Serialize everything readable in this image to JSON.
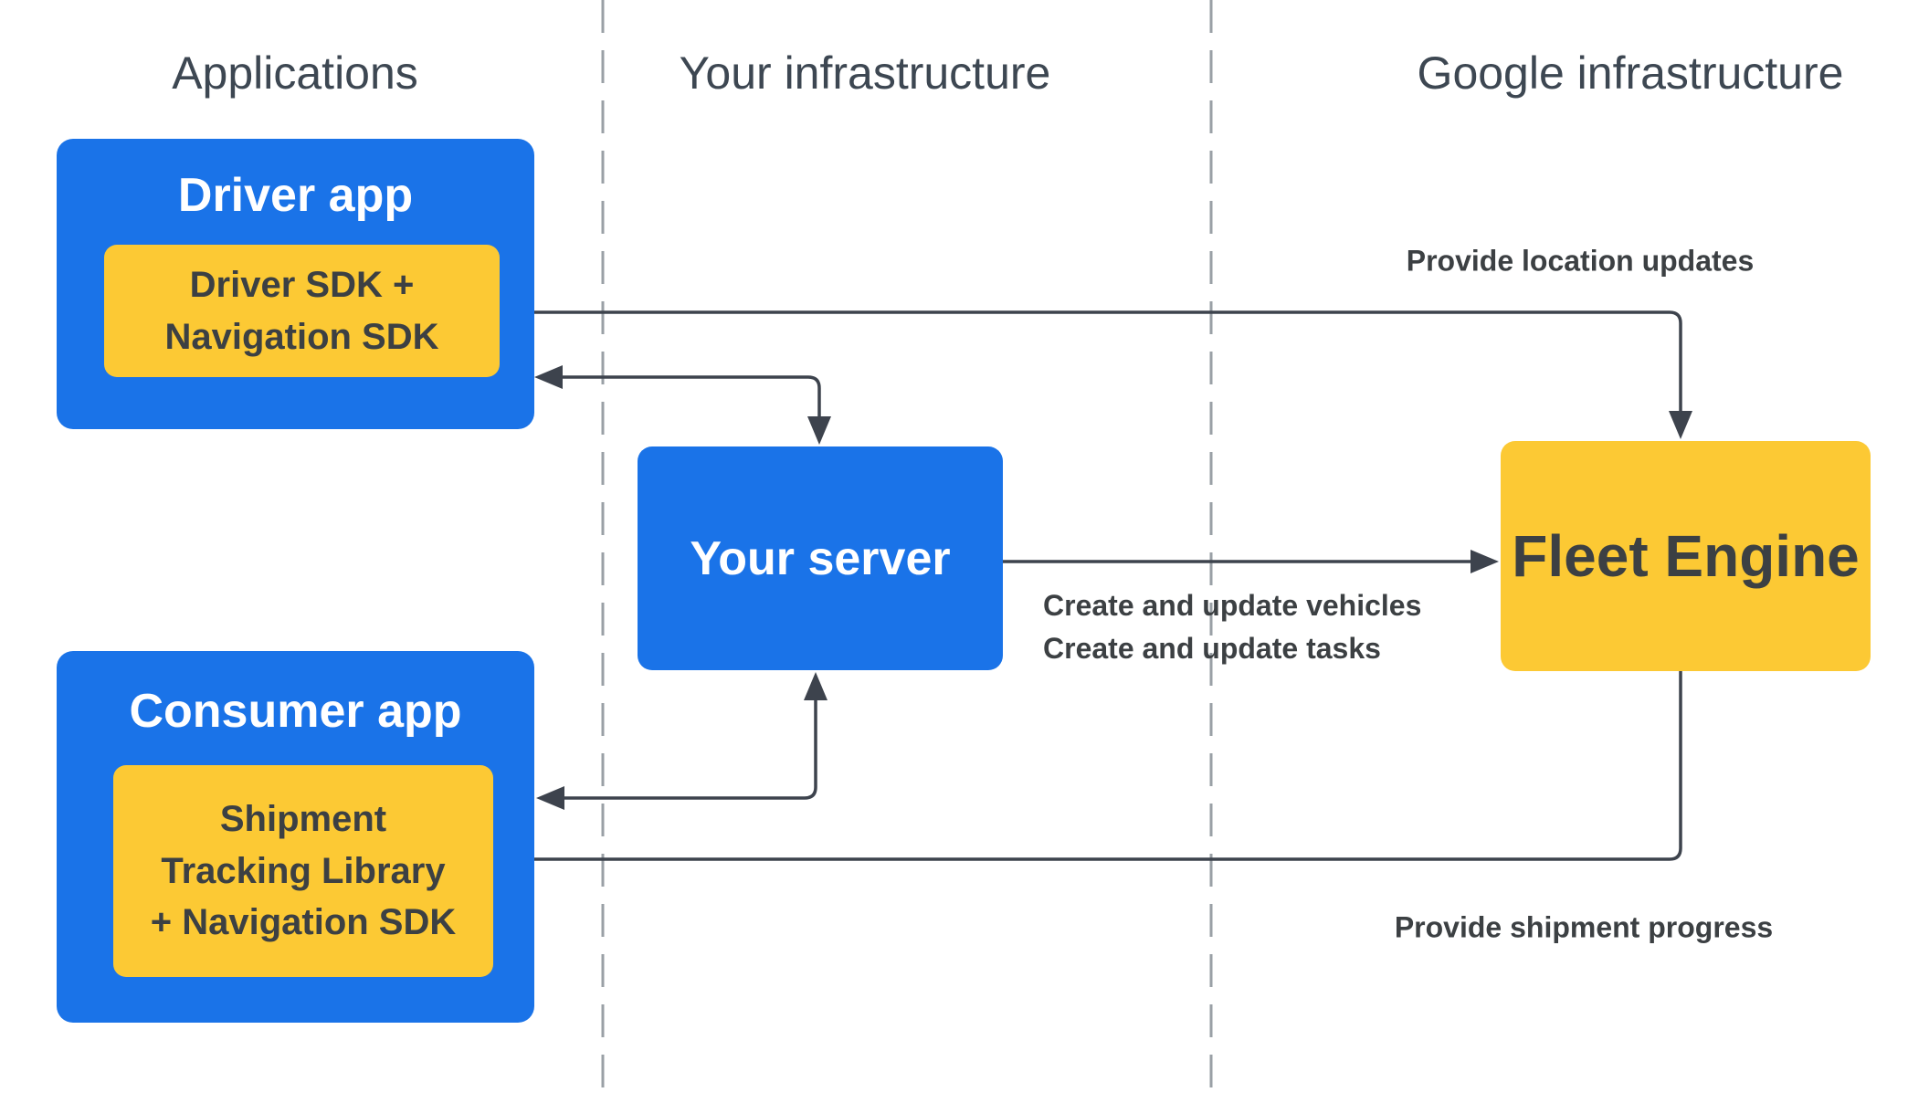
{
  "columns": [
    {
      "label": "Applications"
    },
    {
      "label": "Your infrastructure"
    },
    {
      "label": "Google infrastructure"
    }
  ],
  "nodes": {
    "driver_app": {
      "title": "Driver app",
      "sdk_lines": [
        "Driver SDK +",
        "Navigation SDK"
      ]
    },
    "consumer_app": {
      "title": "Consumer app",
      "sdk_lines": [
        "Shipment",
        "Tracking Library",
        "+ Navigation SDK"
      ]
    },
    "your_server": {
      "title": "Your server"
    },
    "fleet_engine": {
      "title": "Fleet Engine"
    }
  },
  "edge_labels": {
    "provide_location_updates": "Provide location updates",
    "create_vehicles": "Create and update vehicles",
    "create_tasks": "Create and update tasks",
    "provide_shipment_progress": "Provide shipment progress"
  },
  "colors": {
    "blue": "#1A73E8",
    "yellow": "#FCC934",
    "arrow": "#3D434D",
    "dark_text": "#3C4043",
    "header_text": "#3D4752",
    "dash": "#9AA0A6",
    "white": "#FFFFFF"
  }
}
